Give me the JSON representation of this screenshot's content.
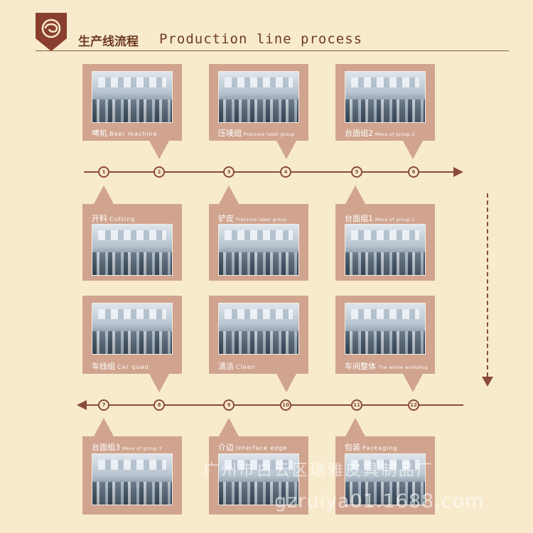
{
  "header": {
    "title_cn": "生产线流程",
    "title_en": "Production line process",
    "logo_icon": "swirl-logo-icon"
  },
  "colors": {
    "background": "#f8ebcd",
    "card": "#d0a48f",
    "timeline": "#8a4a3a",
    "title": "#6e3b22"
  },
  "steps": {
    "beer_machine": {
      "cn": "啤机",
      "en": "Beer machine"
    },
    "pressure_label_top": {
      "cn": "压唛组",
      "en": "Pressure label group"
    },
    "mesa_group_2": {
      "cn": "台面组2",
      "en": "Mesa of group 2"
    },
    "cutting": {
      "cn": "开料",
      "en": "Cutting"
    },
    "pressure_label_skin": {
      "cn": "铲皮",
      "en": "Pressure label group"
    },
    "mesa_group_1": {
      "cn": "台面组1",
      "en": "Mesa of group 1"
    },
    "car_quad": {
      "cn": "车线组",
      "en": "Car quad"
    },
    "clean": {
      "cn": "清洁",
      "en": "Clean"
    },
    "whole_workshop": {
      "cn": "车间整体",
      "en": "The whole workshop"
    },
    "mesa_group_3": {
      "cn": "台面组3",
      "en": "Mesa of group 3"
    },
    "interface_edge": {
      "cn": "介边",
      "en": "Interface edge"
    },
    "packaging": {
      "cn": "包装",
      "en": "Packaging"
    }
  },
  "timeline_top": {
    "nodes": [
      "1",
      "2",
      "3",
      "4",
      "5",
      "6"
    ]
  },
  "timeline_bottom": {
    "nodes": [
      "7",
      "8",
      "9",
      "10",
      "11",
      "12"
    ]
  },
  "watermark": {
    "company": "广州市白云区瑞雅皮具制品厂",
    "url": "gzruiya01.1688.com"
  }
}
